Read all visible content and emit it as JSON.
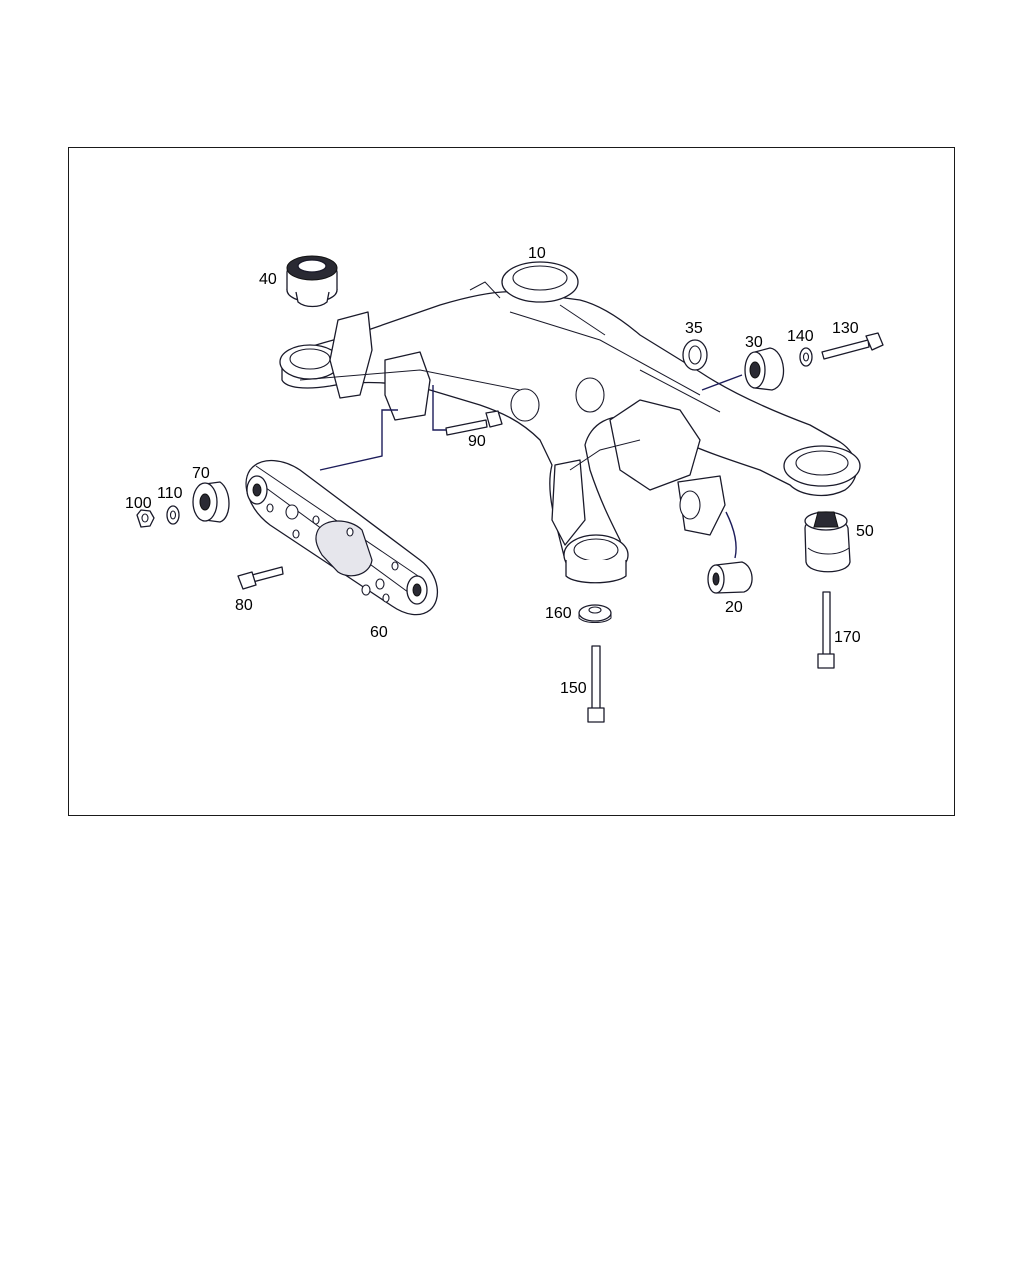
{
  "diagram": {
    "callouts": [
      {
        "id": "10",
        "text": "10"
      },
      {
        "id": "20",
        "text": "20"
      },
      {
        "id": "30",
        "text": "30"
      },
      {
        "id": "35",
        "text": "35"
      },
      {
        "id": "40",
        "text": "40"
      },
      {
        "id": "50",
        "text": "50"
      },
      {
        "id": "60",
        "text": "60"
      },
      {
        "id": "70",
        "text": "70"
      },
      {
        "id": "80",
        "text": "80"
      },
      {
        "id": "90",
        "text": "90"
      },
      {
        "id": "100",
        "text": "100"
      },
      {
        "id": "110",
        "text": "110"
      },
      {
        "id": "130",
        "text": "130"
      },
      {
        "id": "140",
        "text": "140"
      },
      {
        "id": "150",
        "text": "150"
      },
      {
        "id": "160",
        "text": "160"
      },
      {
        "id": "170",
        "text": "170"
      }
    ],
    "colors": {
      "line": "#1a1a2a",
      "leader": "#1c1c5a",
      "frame": "#1a1a1a"
    }
  }
}
